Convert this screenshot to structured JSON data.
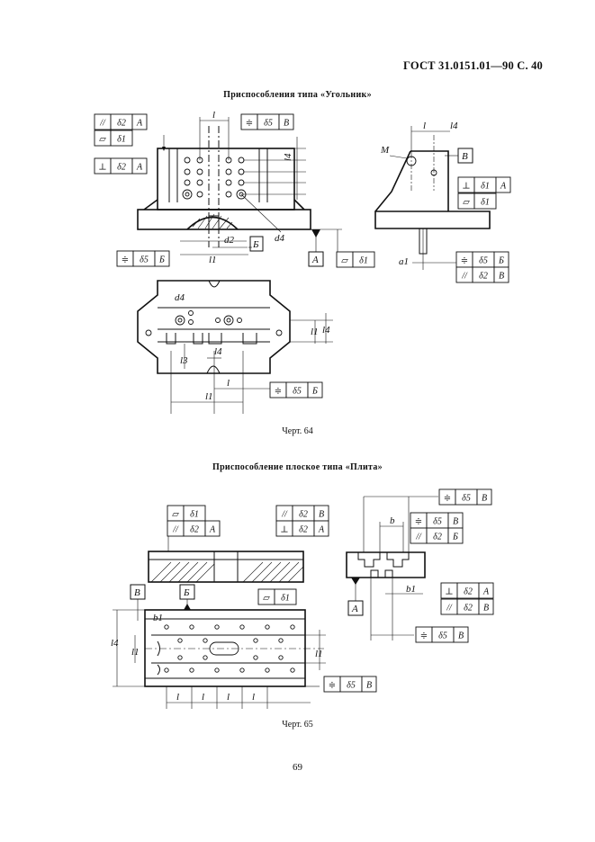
{
  "header": {
    "standard": "ГОСТ 31.0151.01—90 С. 40"
  },
  "section1": {
    "title": "Приспособления типа «Угольник»",
    "caption": "Черт. 64",
    "frames": [
      {
        "sym": "//",
        "tol": "δ2",
        "datum": "А"
      },
      {
        "sym": "▱",
        "tol": "δ1",
        "datum": ""
      },
      {
        "sym": "⊥",
        "tol": "δ2",
        "datum": "А"
      },
      {
        "sym": "≑",
        "tol": "δ5",
        "datum": "В"
      },
      {
        "sym": "≑",
        "tol": "δ5",
        "datum": "Б"
      },
      {
        "sym": "▱",
        "tol": "δ1",
        "datum": ""
      },
      {
        "sym": "⊥",
        "tol": "δ1",
        "datum": "А"
      },
      {
        "sym": "▱",
        "tol": "δ1",
        "datum": ""
      },
      {
        "sym": "≑",
        "tol": "δ5",
        "datum": "Б"
      },
      {
        "sym": "//",
        "tol": "δ2",
        "datum": "В"
      },
      {
        "sym": "≑",
        "tol": "δ5",
        "datum": "Б"
      }
    ],
    "datums": [
      "А",
      "Б",
      "В"
    ],
    "labels": [
      "l",
      "l4",
      "l1",
      "d2",
      "d4",
      "M",
      "a1",
      "l3",
      "l"
    ]
  },
  "section2": {
    "title": "Приспособление плоское типа «Плита»",
    "caption": "Черт. 65",
    "frames": [
      {
        "sym": "▱",
        "tol": "δ1",
        "datum": ""
      },
      {
        "sym": "//",
        "tol": "δ2",
        "datum": "А"
      },
      {
        "sym": "//",
        "tol": "δ2",
        "datum": "В"
      },
      {
        "sym": "⊥",
        "tol": "δ2",
        "datum": "А"
      },
      {
        "sym": "≑",
        "tol": "δ5",
        "datum": "В"
      },
      {
        "sym": "≑",
        "tol": "δ5",
        "datum": "В"
      },
      {
        "sym": "//",
        "tol": "δ2",
        "datum": "Б"
      },
      {
        "sym": "▱",
        "tol": "δ1",
        "datum": ""
      },
      {
        "sym": "⊥",
        "tol": "δ2",
        "datum": "А"
      },
      {
        "sym": "//",
        "tol": "δ2",
        "datum": "В"
      },
      {
        "sym": "≑",
        "tol": "δ5",
        "datum": "В"
      },
      {
        "sym": "≑",
        "tol": "δ5",
        "datum": "В"
      }
    ],
    "datums": [
      "В",
      "Б",
      "А"
    ],
    "labels": [
      "b",
      "b1",
      "b1",
      "l4",
      "l1",
      "l1",
      "l",
      "l",
      "l",
      "l"
    ]
  },
  "page_number": "69"
}
